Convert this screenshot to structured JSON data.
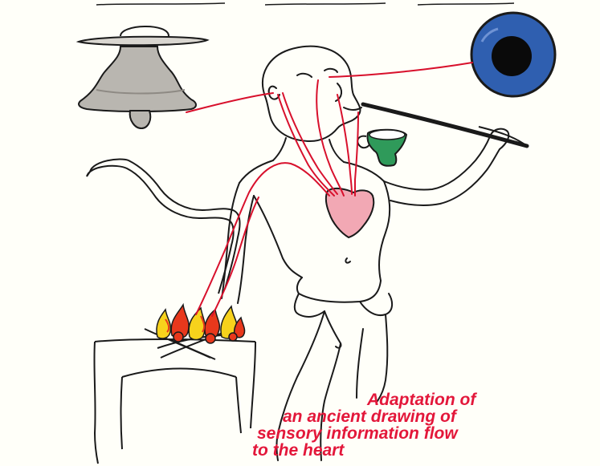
{
  "caption": {
    "lines": [
      "Adaptation of",
      "an ancient drawing of",
      "sensory information flow",
      "to the heart"
    ],
    "color": "#e3173a"
  },
  "stimuli": [
    {
      "name": "bell-icon",
      "sense": "hearing"
    },
    {
      "name": "eye-disc-icon",
      "sense": "sight"
    },
    {
      "name": "smoking-pipe-icon",
      "sense": "smell"
    },
    {
      "name": "cup-icon",
      "sense": "taste"
    },
    {
      "name": "fire-icon",
      "sense": "touch"
    }
  ],
  "colors": {
    "ink": "#1a1a1a",
    "nerve": "#d8102c",
    "bell": "#b9b6b0",
    "eye_ring": "#2f5fb0",
    "heart": "#f2a8b4",
    "cup": "#2f9a5a",
    "flame_yellow": "#f7d21c",
    "flame_red": "#e8381c"
  }
}
